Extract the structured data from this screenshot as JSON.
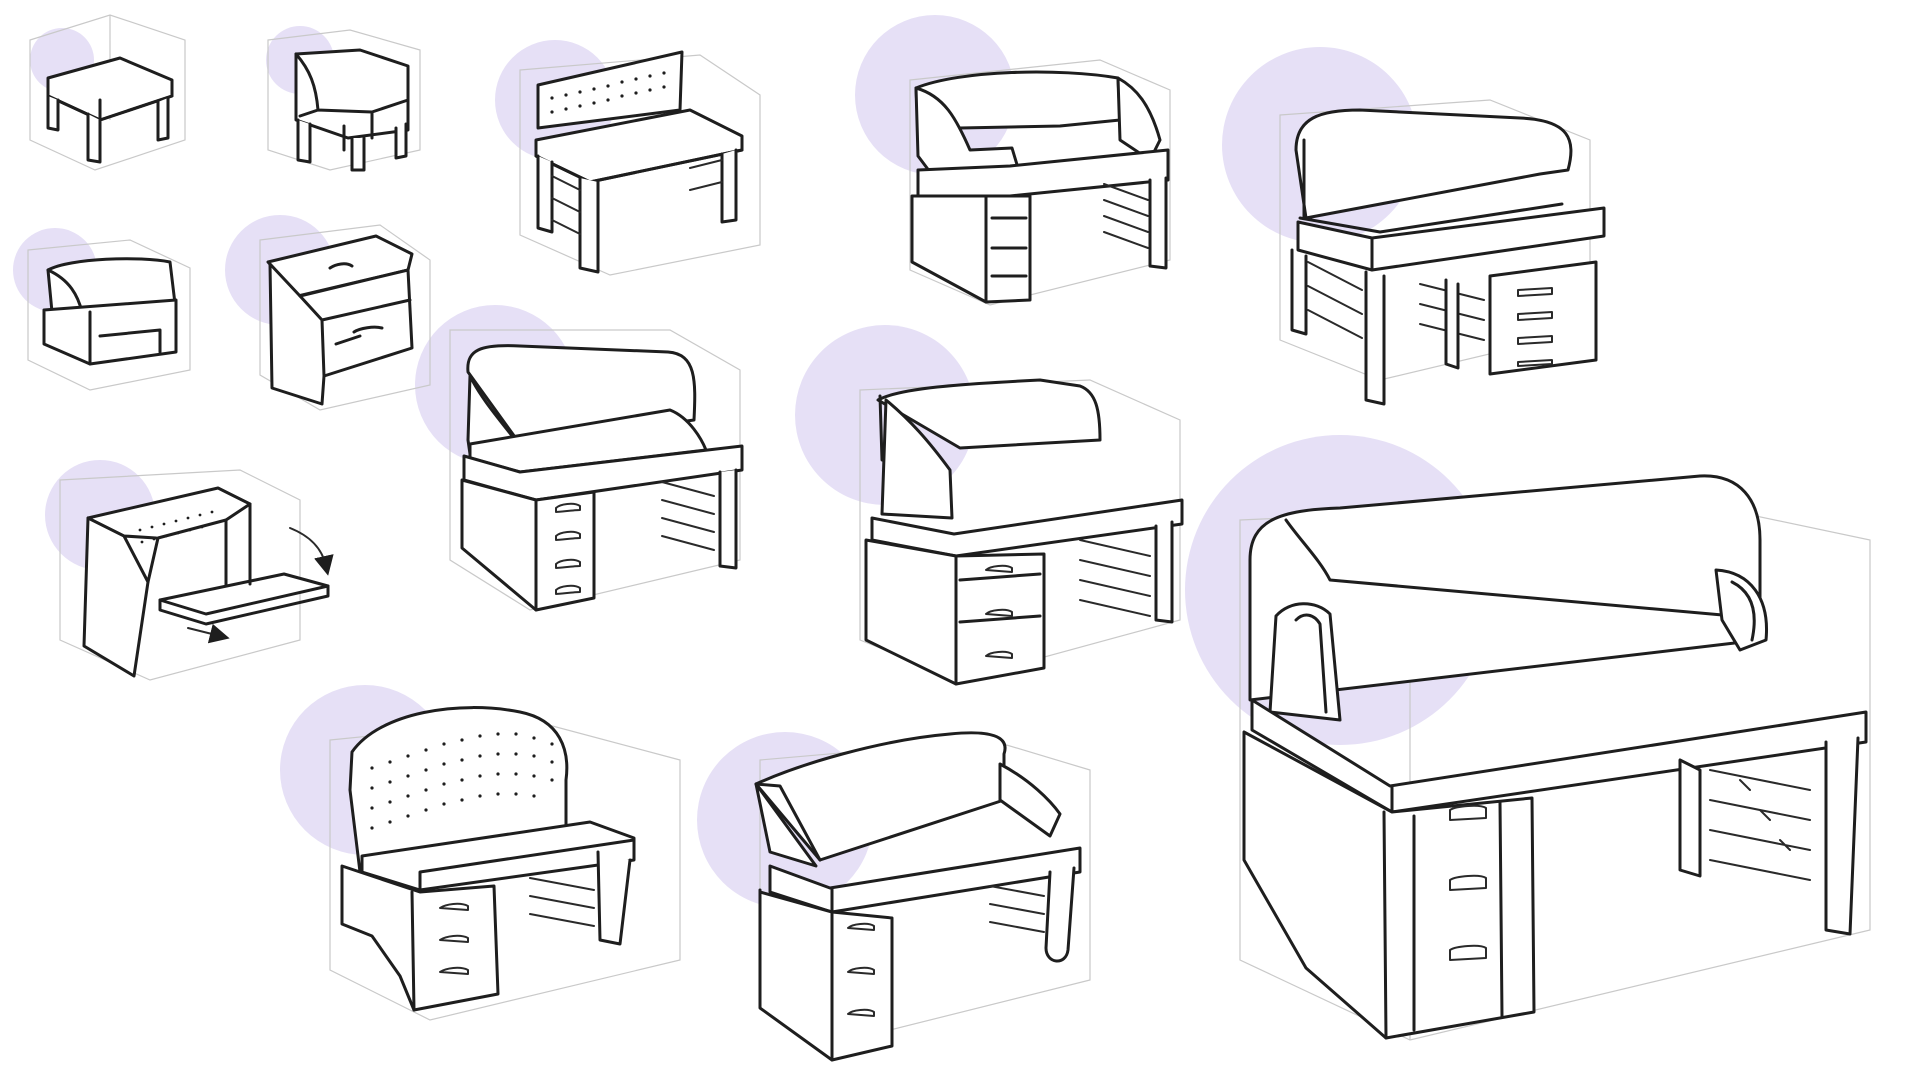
{
  "canvas": {
    "background": "#ffffff"
  },
  "palette": {
    "accent_circle": "#e6e0f6",
    "ink": "#1e1e1e",
    "construction": "#c9c9c9"
  },
  "sketches": [
    {
      "id": "small-table",
      "icon": "table-sketch"
    },
    {
      "id": "small-chair",
      "icon": "chair-sketch"
    },
    {
      "id": "pegboard-desk",
      "icon": "desk-sketch"
    },
    {
      "id": "hutch-desk-wide",
      "icon": "desk-sketch"
    },
    {
      "id": "hutch-desk-drawers-right",
      "icon": "desk-sketch"
    },
    {
      "id": "small-armchair",
      "icon": "armchair-sketch"
    },
    {
      "id": "secretary-cabinet",
      "icon": "cabinet-sketch"
    },
    {
      "id": "curved-hutch-desk",
      "icon": "desk-sketch"
    },
    {
      "id": "tall-hutch-desk",
      "icon": "desk-sketch"
    },
    {
      "id": "fold-out-desk",
      "icon": "fold-desk-sketch",
      "arrows": [
        "fold-down-arrow",
        "slide-out-arrow"
      ]
    },
    {
      "id": "pegboard-arch-desk",
      "icon": "desk-sketch"
    },
    {
      "id": "slanted-back-desk",
      "icon": "desk-sketch"
    },
    {
      "id": "large-hero-desk",
      "icon": "desk-sketch"
    }
  ]
}
